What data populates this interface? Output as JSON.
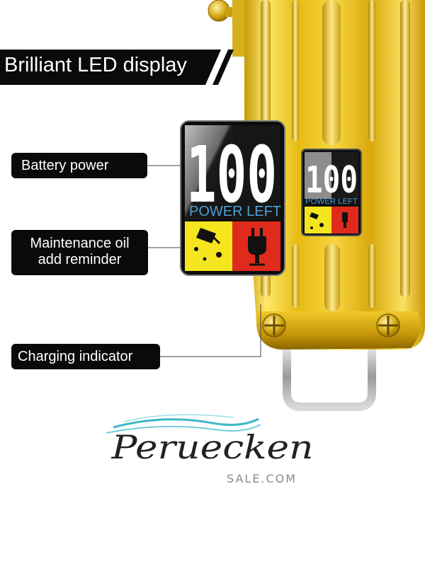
{
  "headline": "Brilliant LED display",
  "callouts": {
    "battery": "Battery power",
    "oil_line1": "Maintenance oil",
    "oil_line2": "add reminder",
    "charging": "Charging indicator"
  },
  "display": {
    "digits": "100",
    "caption": "POWER LEFT"
  },
  "small_display": {
    "digits": "100",
    "caption": "POWER LEFT"
  },
  "brand": {
    "name": "Peruecken",
    "sub": "SALE.COM"
  },
  "colors": {
    "gold": "#e8c21c",
    "gold_dark": "#b48f0a",
    "label_bg": "#0a0a0a",
    "oil_yellow": "#f5e51f",
    "charge_red": "#e02a1c",
    "caption_blue": "#4d9fd6",
    "wave_teal": "#3fb8c8"
  }
}
